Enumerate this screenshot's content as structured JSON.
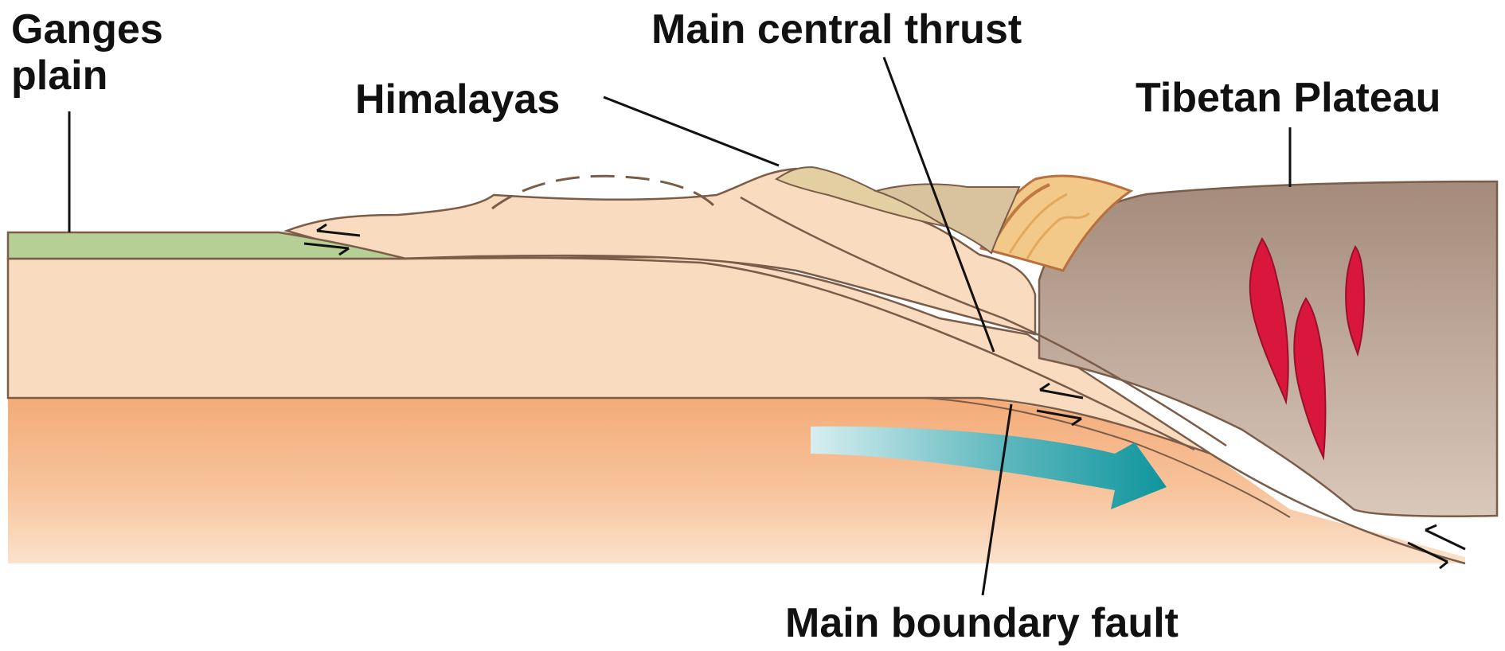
{
  "labels": {
    "ganges_plain": "Ganges plain",
    "himalayas": "Himalayas",
    "main_central_thrust": "Main central thrust",
    "tibetan_plateau": "Tibetan Plateau",
    "main_boundary_fault": "Main boundary fault"
  },
  "colors": {
    "ganges_plain_fill": "#b5cf95",
    "crust_fill": "#f9dcbf",
    "lower_plate_fill": "#f4b07f",
    "tibetan_plateau_fill": "#a78e7f",
    "himalaya_peak_fill": "#e4cfa3",
    "magma_fill": "#d9163c",
    "flow_arrow": "#179ba3",
    "outline": "#7a5c49"
  },
  "icons": {
    "flow_arrow": "subduction-flow-arrow-icon",
    "fault_motion": "half-arrow-pair-icon"
  }
}
